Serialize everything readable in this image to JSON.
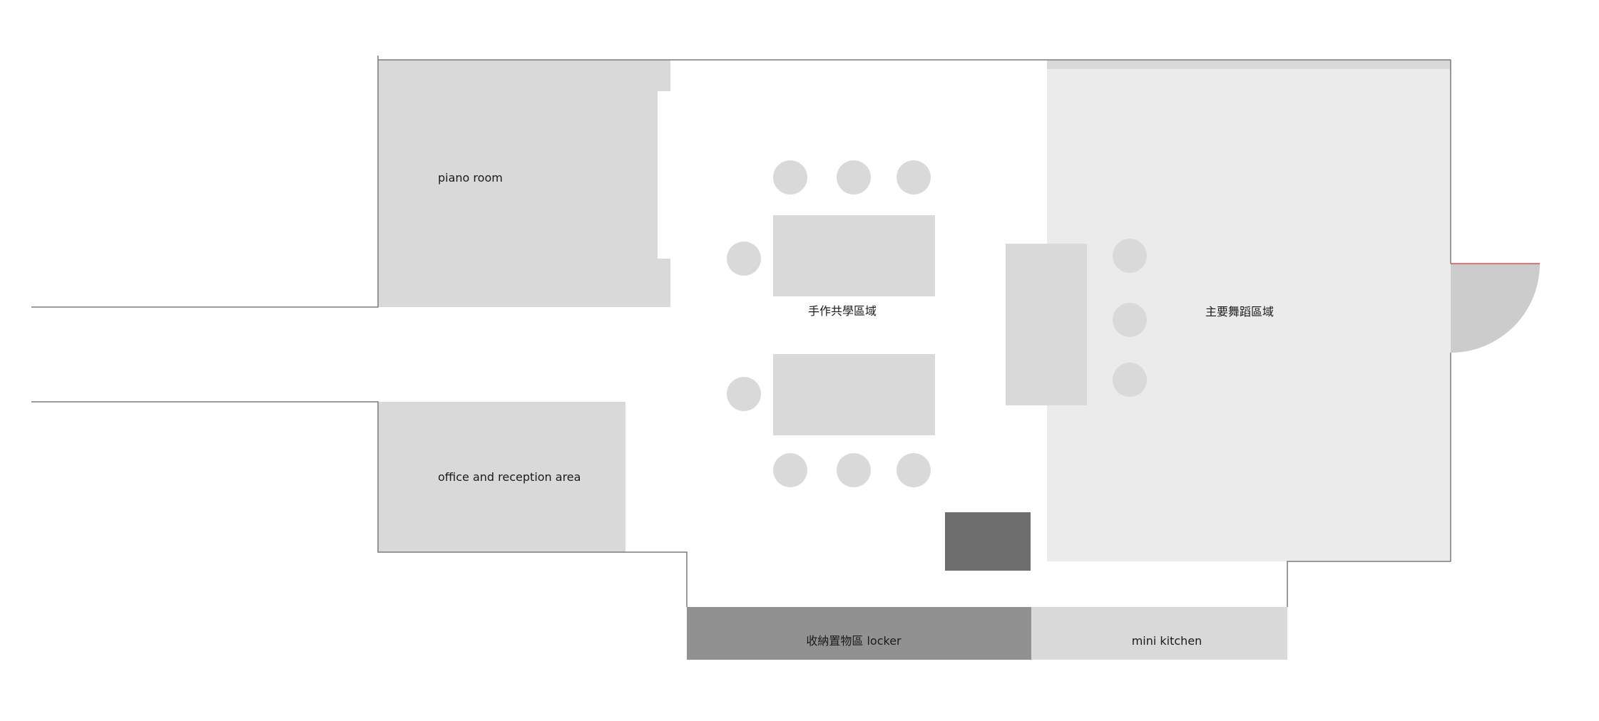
{
  "labels": {
    "piano_room": "piano room",
    "office": "office and reception area",
    "craft_area": "手作共學區域",
    "dance_area": "主要舞蹈區域",
    "locker": "收納置物區 locker",
    "kitchen": "mini kitchen"
  },
  "colors": {
    "background": "#ffffff",
    "wall": "#7a7a7a",
    "room_fill": "#d9d9d9",
    "dance_fill": "#ebebeb",
    "locker_fill": "#919191",
    "dark_block": "#6e6e6e",
    "door_fill": "#cccccc",
    "door_edge": "#e05050",
    "text": "#1a1a1a"
  }
}
